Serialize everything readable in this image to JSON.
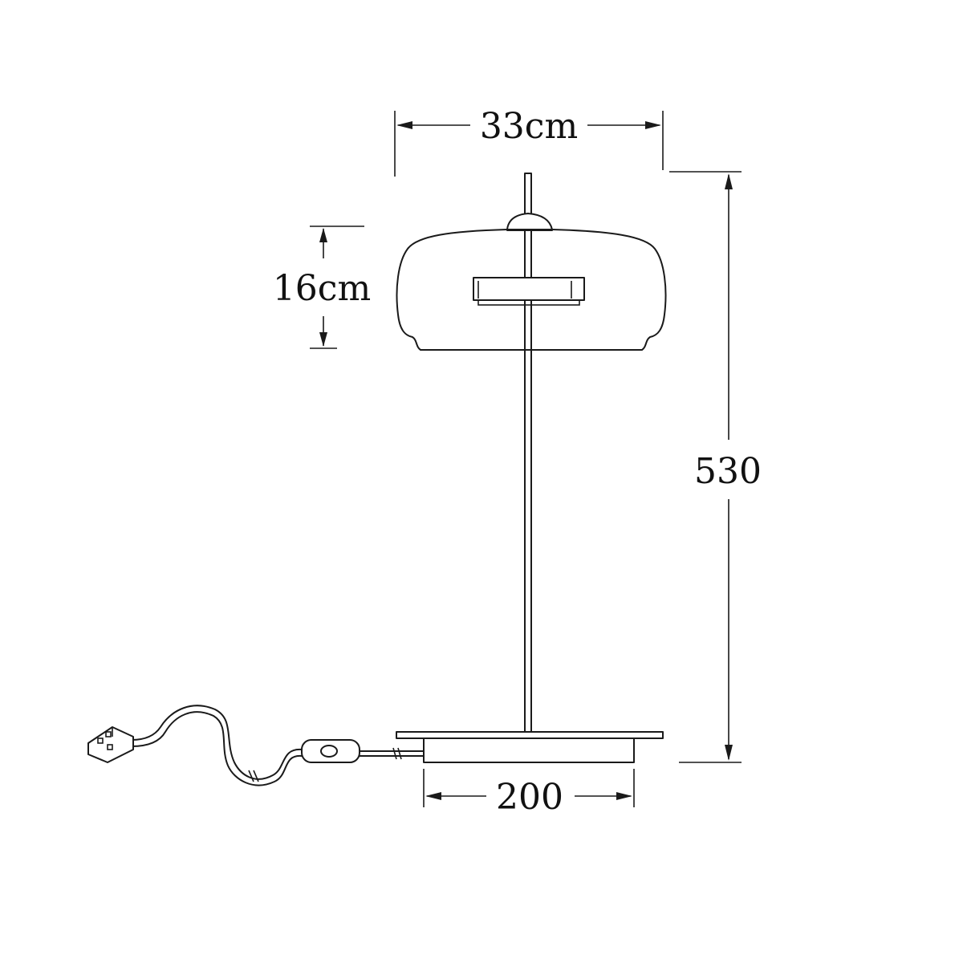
{
  "dimensions": {
    "shade_width": "33cm",
    "shade_height": "16cm",
    "total_height": "530",
    "base_width": "200"
  },
  "colors": {
    "line": "#1a1a1a",
    "background": "#ffffff"
  }
}
